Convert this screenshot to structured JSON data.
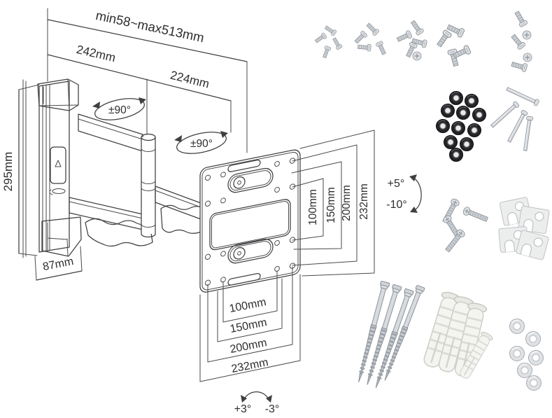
{
  "title": "tv-wall-mount-specification-sheet",
  "colors": {
    "line": "#3f3f42",
    "background": "#ffffff",
    "metal_light": "#e9ebee",
    "metal": "#d2d6da",
    "metal_dark": "#9aa0a7",
    "spacer_black": "#222226",
    "anchor_white": "#f4f4f1"
  },
  "diagram": {
    "dimensions": {
      "extension_range": "min58~max513mm",
      "arm_segment_1": "242mm",
      "arm_segment_2": "224mm",
      "wall_plate_height": "295mm",
      "folded_depth": "87mm"
    },
    "angles": {
      "swivel_joint_1": "±90°",
      "swivel_joint_2": "±90°",
      "tilt_up": "+5°",
      "tilt_down": "-10°",
      "roll_left": "+3°",
      "roll_right": "-3°"
    },
    "vesa_vertical": [
      "100mm",
      "150mm",
      "200mm",
      "232mm"
    ],
    "vesa_horizontal": [
      "100mm",
      "150mm",
      "200mm",
      "232mm"
    ]
  },
  "hardware": {
    "machine_screw_sets": [
      {
        "name": "screw-set-1",
        "count": 4
      },
      {
        "name": "screw-set-2",
        "count": 4
      },
      {
        "name": "screw-set-3",
        "count": 5
      },
      {
        "name": "screw-set-4",
        "count": 4
      },
      {
        "name": "screw-set-5",
        "count": 5
      }
    ],
    "black_spacers": {
      "name": "black-spacer-rings",
      "count": 11
    },
    "long_bolts": {
      "name": "long-machine-bolts",
      "count": 4
    },
    "medium_bolts": {
      "name": "medium-machine-bolts",
      "count": 4
    },
    "square_spacer_plates": {
      "name": "square-spacer-plates",
      "count": 4
    },
    "lag_screws": {
      "name": "wall-lag-screws",
      "count": 4
    },
    "wall_anchors": {
      "name": "plastic-wall-anchors",
      "count": 4
    },
    "flat_washers": {
      "name": "flat-washers",
      "count": 6
    }
  }
}
